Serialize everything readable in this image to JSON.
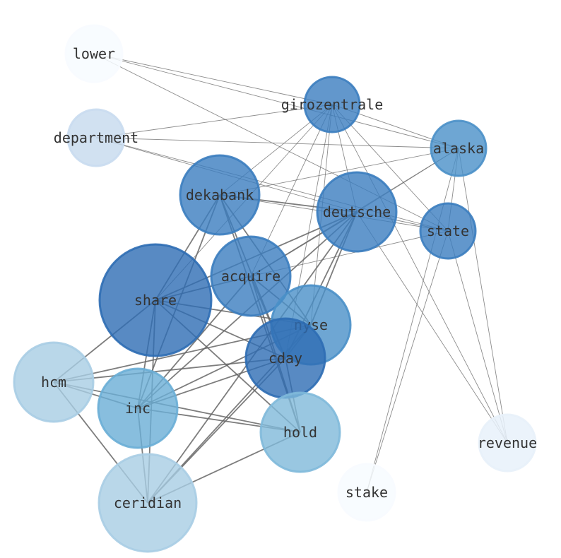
{
  "nodes": [
    {
      "id": "lower",
      "label": "lower",
      "color": "#f7fbff",
      "opacity": 0.85
    },
    {
      "id": "department",
      "label": "department",
      "color": "#c9dcef",
      "opacity": 0.85
    },
    {
      "id": "girozentrale",
      "label": "girozentrale",
      "color": "#3b7dbf",
      "opacity": 0.8
    },
    {
      "id": "alaska",
      "label": "alaska",
      "color": "#4a90c8",
      "opacity": 0.8
    },
    {
      "id": "dekabank",
      "label": "dekabank",
      "color": "#3b7dbf",
      "opacity": 0.8
    },
    {
      "id": "deutsche",
      "label": "deutsche",
      "color": "#3b7dbf",
      "opacity": 0.8
    },
    {
      "id": "state",
      "label": "state",
      "color": "#3b7dbf",
      "opacity": 0.8
    },
    {
      "id": "acquire",
      "label": "acquire",
      "color": "#3b7dbf",
      "opacity": 0.8
    },
    {
      "id": "share",
      "label": "share",
      "color": "#2e6db4",
      "opacity": 0.8
    },
    {
      "id": "nyse",
      "label": "nyse",
      "color": "#4a90c8",
      "opacity": 0.8
    },
    {
      "id": "cday",
      "label": "cday",
      "color": "#2e6db4",
      "opacity": 0.8
    },
    {
      "id": "hcm",
      "label": "hcm",
      "color": "#a8cde4",
      "opacity": 0.8
    },
    {
      "id": "inc",
      "label": "inc",
      "color": "#6aaed6",
      "opacity": 0.8
    },
    {
      "id": "hold",
      "label": "hold",
      "color": "#7fb9da",
      "opacity": 0.8
    },
    {
      "id": "revenue",
      "label": "revenue",
      "color": "#e8f1fa",
      "opacity": 0.85
    },
    {
      "id": "stake",
      "label": "stake",
      "color": "#f7fbff",
      "opacity": 0.85
    },
    {
      "id": "ceridian",
      "label": "ceridian",
      "color": "#a8cde4",
      "opacity": 0.8
    }
  ],
  "edges": [
    [
      "lower",
      "girozentrale"
    ],
    [
      "lower",
      "alaska"
    ],
    [
      "lower",
      "state"
    ],
    [
      "department",
      "girozentrale"
    ],
    [
      "department",
      "alaska"
    ],
    [
      "department",
      "deutsche"
    ],
    [
      "department",
      "state"
    ],
    [
      "girozentrale",
      "alaska"
    ],
    [
      "girozentrale",
      "dekabank"
    ],
    [
      "girozentrale",
      "deutsche"
    ],
    [
      "girozentrale",
      "state"
    ],
    [
      "girozentrale",
      "acquire"
    ],
    [
      "girozentrale",
      "share"
    ],
    [
      "girozentrale",
      "nyse"
    ],
    [
      "girozentrale",
      "cday"
    ],
    [
      "girozentrale",
      "revenue"
    ],
    [
      "alaska",
      "dekabank"
    ],
    [
      "alaska",
      "deutsche"
    ],
    [
      "alaska",
      "state"
    ],
    [
      "alaska",
      "acquire"
    ],
    [
      "alaska",
      "revenue"
    ],
    [
      "alaska",
      "stake"
    ],
    [
      "dekabank",
      "deutsche"
    ],
    [
      "dekabank",
      "state"
    ],
    [
      "dekabank",
      "share"
    ],
    [
      "dekabank",
      "nyse"
    ],
    [
      "dekabank",
      "cday"
    ],
    [
      "dekabank",
      "inc"
    ],
    [
      "dekabank",
      "hold"
    ],
    [
      "deutsche",
      "state"
    ],
    [
      "deutsche",
      "acquire"
    ],
    [
      "deutsche",
      "share"
    ],
    [
      "deutsche",
      "nyse"
    ],
    [
      "deutsche",
      "cday"
    ],
    [
      "deutsche",
      "inc"
    ],
    [
      "deutsche",
      "ceridian"
    ],
    [
      "deutsche",
      "revenue"
    ],
    [
      "state",
      "acquire"
    ],
    [
      "state",
      "revenue"
    ],
    [
      "state",
      "stake"
    ],
    [
      "acquire",
      "share"
    ],
    [
      "acquire",
      "nyse"
    ],
    [
      "acquire",
      "cday"
    ],
    [
      "acquire",
      "hold"
    ],
    [
      "acquire",
      "inc"
    ],
    [
      "share",
      "nyse"
    ],
    [
      "share",
      "cday"
    ],
    [
      "share",
      "hcm"
    ],
    [
      "share",
      "inc"
    ],
    [
      "share",
      "hold"
    ],
    [
      "share",
      "ceridian"
    ],
    [
      "nyse",
      "cday"
    ],
    [
      "nyse",
      "hcm"
    ],
    [
      "nyse",
      "inc"
    ],
    [
      "nyse",
      "ceridian"
    ],
    [
      "cday",
      "hcm"
    ],
    [
      "cday",
      "inc"
    ],
    [
      "cday",
      "hold"
    ],
    [
      "cday",
      "ceridian"
    ],
    [
      "hcm",
      "inc"
    ],
    [
      "hcm",
      "hold"
    ],
    [
      "hcm",
      "ceridian"
    ],
    [
      "inc",
      "hold"
    ],
    [
      "inc",
      "ceridian"
    ],
    [
      "hold",
      "ceridian"
    ]
  ]
}
